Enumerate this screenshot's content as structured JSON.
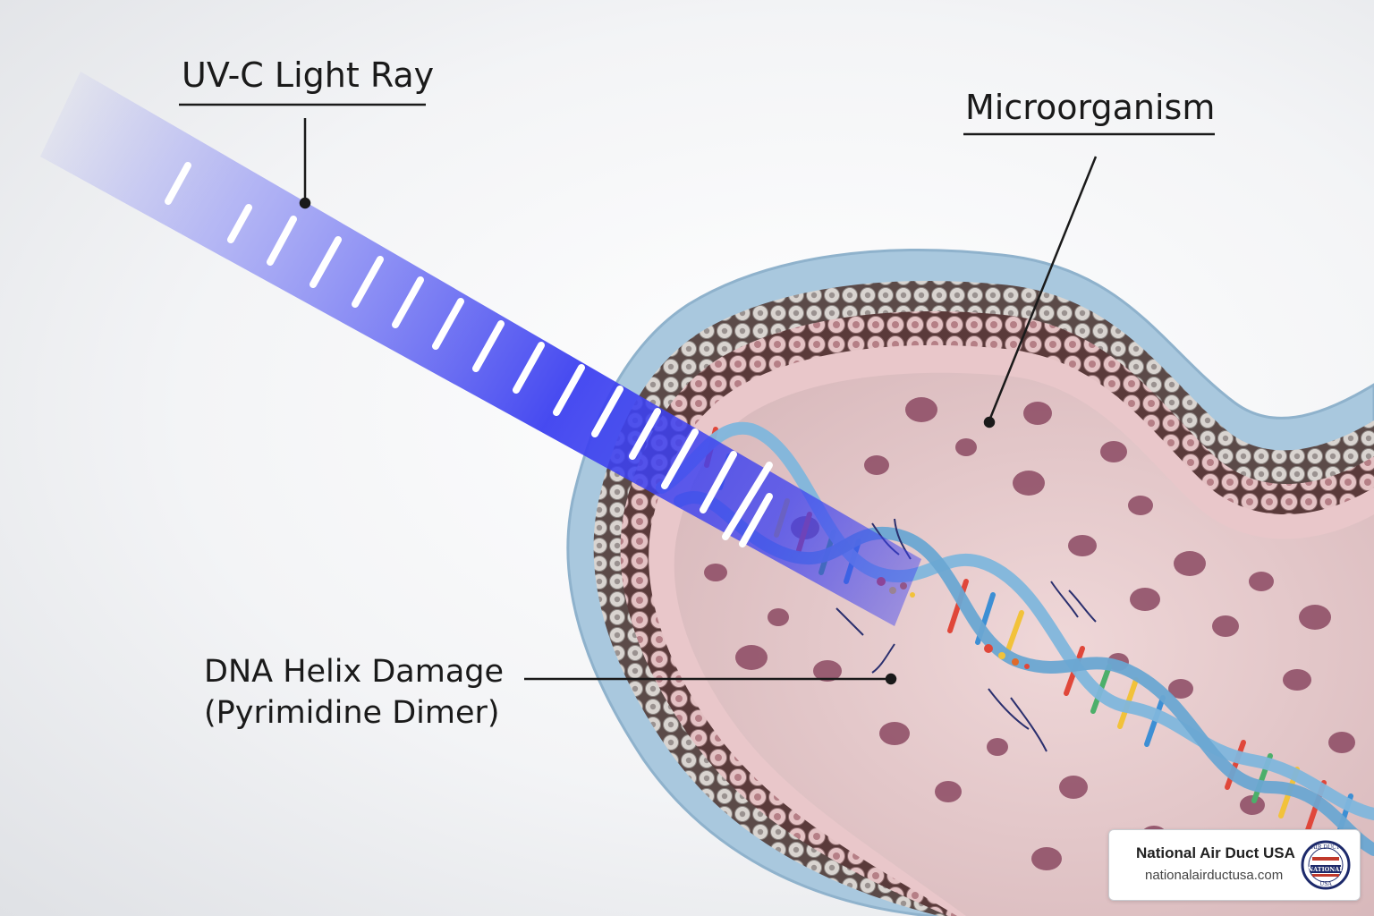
{
  "labels": {
    "uv_light": "UV-C Light Ray",
    "microorganism": "Microorganism",
    "dna_damage_line1": "DNA Helix Damage",
    "dna_damage_line2": "(Pyrimidine Dimer)"
  },
  "brand": {
    "name": "National Air Duct USA",
    "url": "nationalairductusa.com",
    "seal_top": "AIR DUCT",
    "seal_mid": "NATIONAL",
    "seal_bottom": "USA"
  },
  "colors": {
    "uv_ray": "#3b3ff0",
    "membrane_outer": "#a9c8de",
    "membrane_inner": "#e9c7ca",
    "cytoplasm": "#e6cfd2",
    "vacuole": "#8c4a63",
    "dna_backbone": "#7fb6dc",
    "base_red": "#e0473a",
    "base_yellow": "#f2c23a",
    "base_blue": "#3d8fd4",
    "base_green": "#4caf6a"
  }
}
